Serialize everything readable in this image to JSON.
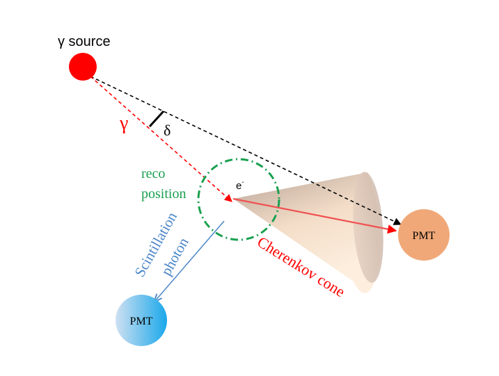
{
  "source": {
    "label": "γ source",
    "color": "#ff0000"
  },
  "gamma": {
    "label": "γ",
    "color": "#ff0000"
  },
  "angle": {
    "label": "δ"
  },
  "reco": {
    "line1": "reco",
    "line2": "position",
    "color": "#1aa050"
  },
  "electron": {
    "label": "e",
    "superscript": "-"
  },
  "cherenkov": {
    "label": "Cherenkov cone",
    "color": "#ff0000"
  },
  "scintillation": {
    "line1": "Scintillation",
    "line2": "photon",
    "color": "#4a86c8"
  },
  "pmt_right": {
    "label": "PMT",
    "color": "#f0a878"
  },
  "pmt_left": {
    "label": "PMT",
    "color": "#29aee8"
  }
}
